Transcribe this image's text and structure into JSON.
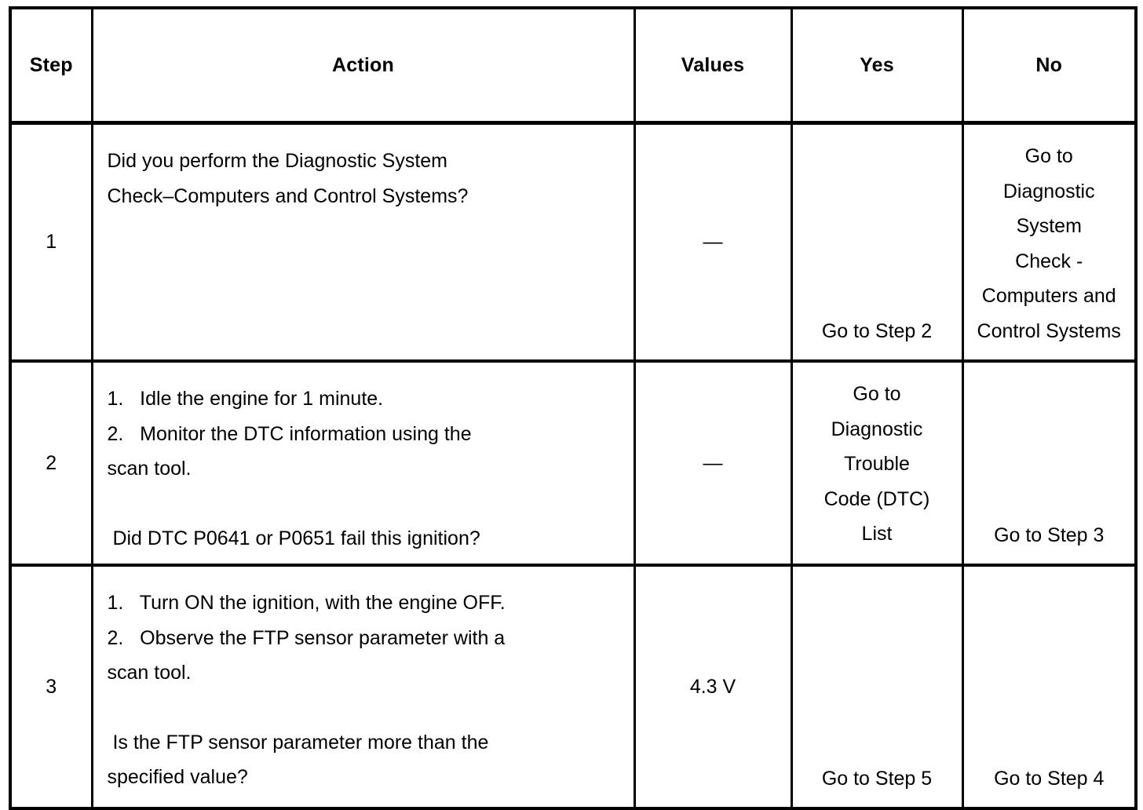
{
  "document": {
    "type": "diagnostic-procedure-table",
    "background_color": "#ffffff",
    "text_color": "#000000",
    "border_color": "#000000"
  },
  "table": {
    "headers": {
      "step": "Step",
      "action": "Action",
      "values": "Values",
      "yes": "Yes",
      "no": "No"
    },
    "rows": [
      {
        "step": "1",
        "action_lines": [
          "Did you perform the Diagnostic System",
          "Check–Computers and Control Systems?"
        ],
        "values": "—",
        "yes_lines": [
          "Go to Step 2"
        ],
        "no_lines": [
          "Go to",
          "Diagnostic",
          "System",
          "Check -",
          "Computers and",
          "Control Systems"
        ]
      },
      {
        "step": "2",
        "action_lines": [
          "1.   Idle the engine for 1 minute.",
          "2.   Monitor the DTC information using the",
          "scan tool.",
          "",
          " Did DTC P0641 or P0651 fail this ignition?"
        ],
        "values": "—",
        "yes_lines": [
          "Go to",
          "Diagnostic",
          "Trouble",
          "Code (DTC)",
          "List"
        ],
        "no_lines": [
          "Go to Step 3"
        ]
      },
      {
        "step": "3",
        "action_lines": [
          "1.   Turn ON the ignition, with the engine OFF.",
          "2.   Observe the FTP sensor parameter with a",
          "scan tool.",
          "",
          " Is the FTP sensor parameter more than the",
          "specified value?"
        ],
        "values": "4.3 V",
        "yes_lines": [
          "Go to Step 5"
        ],
        "no_lines": [
          "Go to Step 4"
        ]
      }
    ]
  }
}
